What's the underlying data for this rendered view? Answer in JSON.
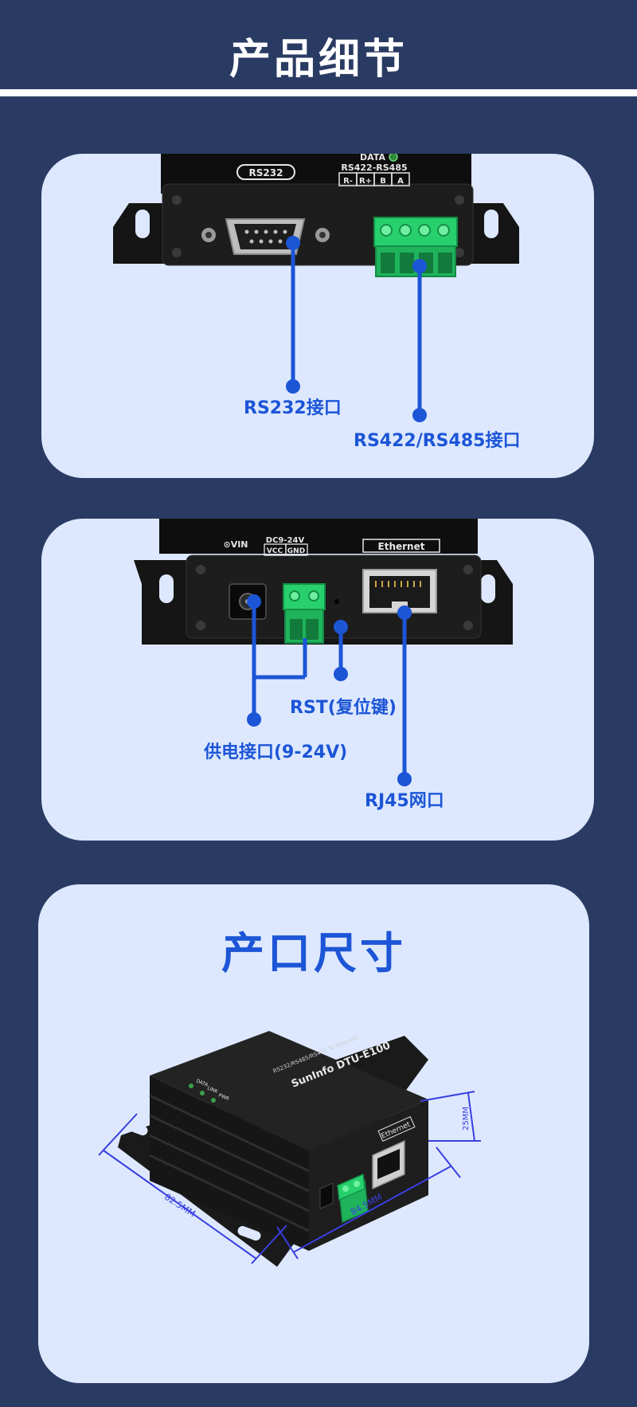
{
  "header": {
    "title": "产品细节"
  },
  "panel1": {
    "device": {
      "rs232_port_text": "RS232",
      "data_led_text": "DATA",
      "terminal_header_text": "RS422-RS485",
      "terminal_pins": [
        "R-",
        "R+",
        "B",
        "A"
      ]
    },
    "labels": {
      "rs232": "RS232接口",
      "rs422_485": "RS422/RS485接口"
    }
  },
  "panel2": {
    "device": {
      "vin_text": "⊙VIN",
      "dc_text": "DC9-24V",
      "vcc_text": "VCC",
      "gnd_text": "GND",
      "ethernet_text": "Ethernet"
    },
    "labels": {
      "power": "供电接口(9-24V)",
      "rst": "RST(复位键)",
      "rj45": "RJ45网口"
    }
  },
  "panel3": {
    "title": "产口尺寸",
    "device": {
      "brand_text": "SunInfo DTU-E100",
      "subtitle_text": "RS232/RS485/RS422 To Ethernet",
      "led_labels": [
        "DATA",
        "LINK",
        "PWR"
      ],
      "ethernet_text": "Ethernet"
    },
    "dimensions": {
      "width": "82.5MM",
      "depth": "84.5MM",
      "height": "25MM"
    }
  },
  "colors": {
    "background": "#2a3b63",
    "card": "#dde8ff",
    "accent": "#1c55d6",
    "terminal_green": "#22c267",
    "device_black": "#1a1a1a",
    "dimension_line": "#3a3fe0"
  }
}
